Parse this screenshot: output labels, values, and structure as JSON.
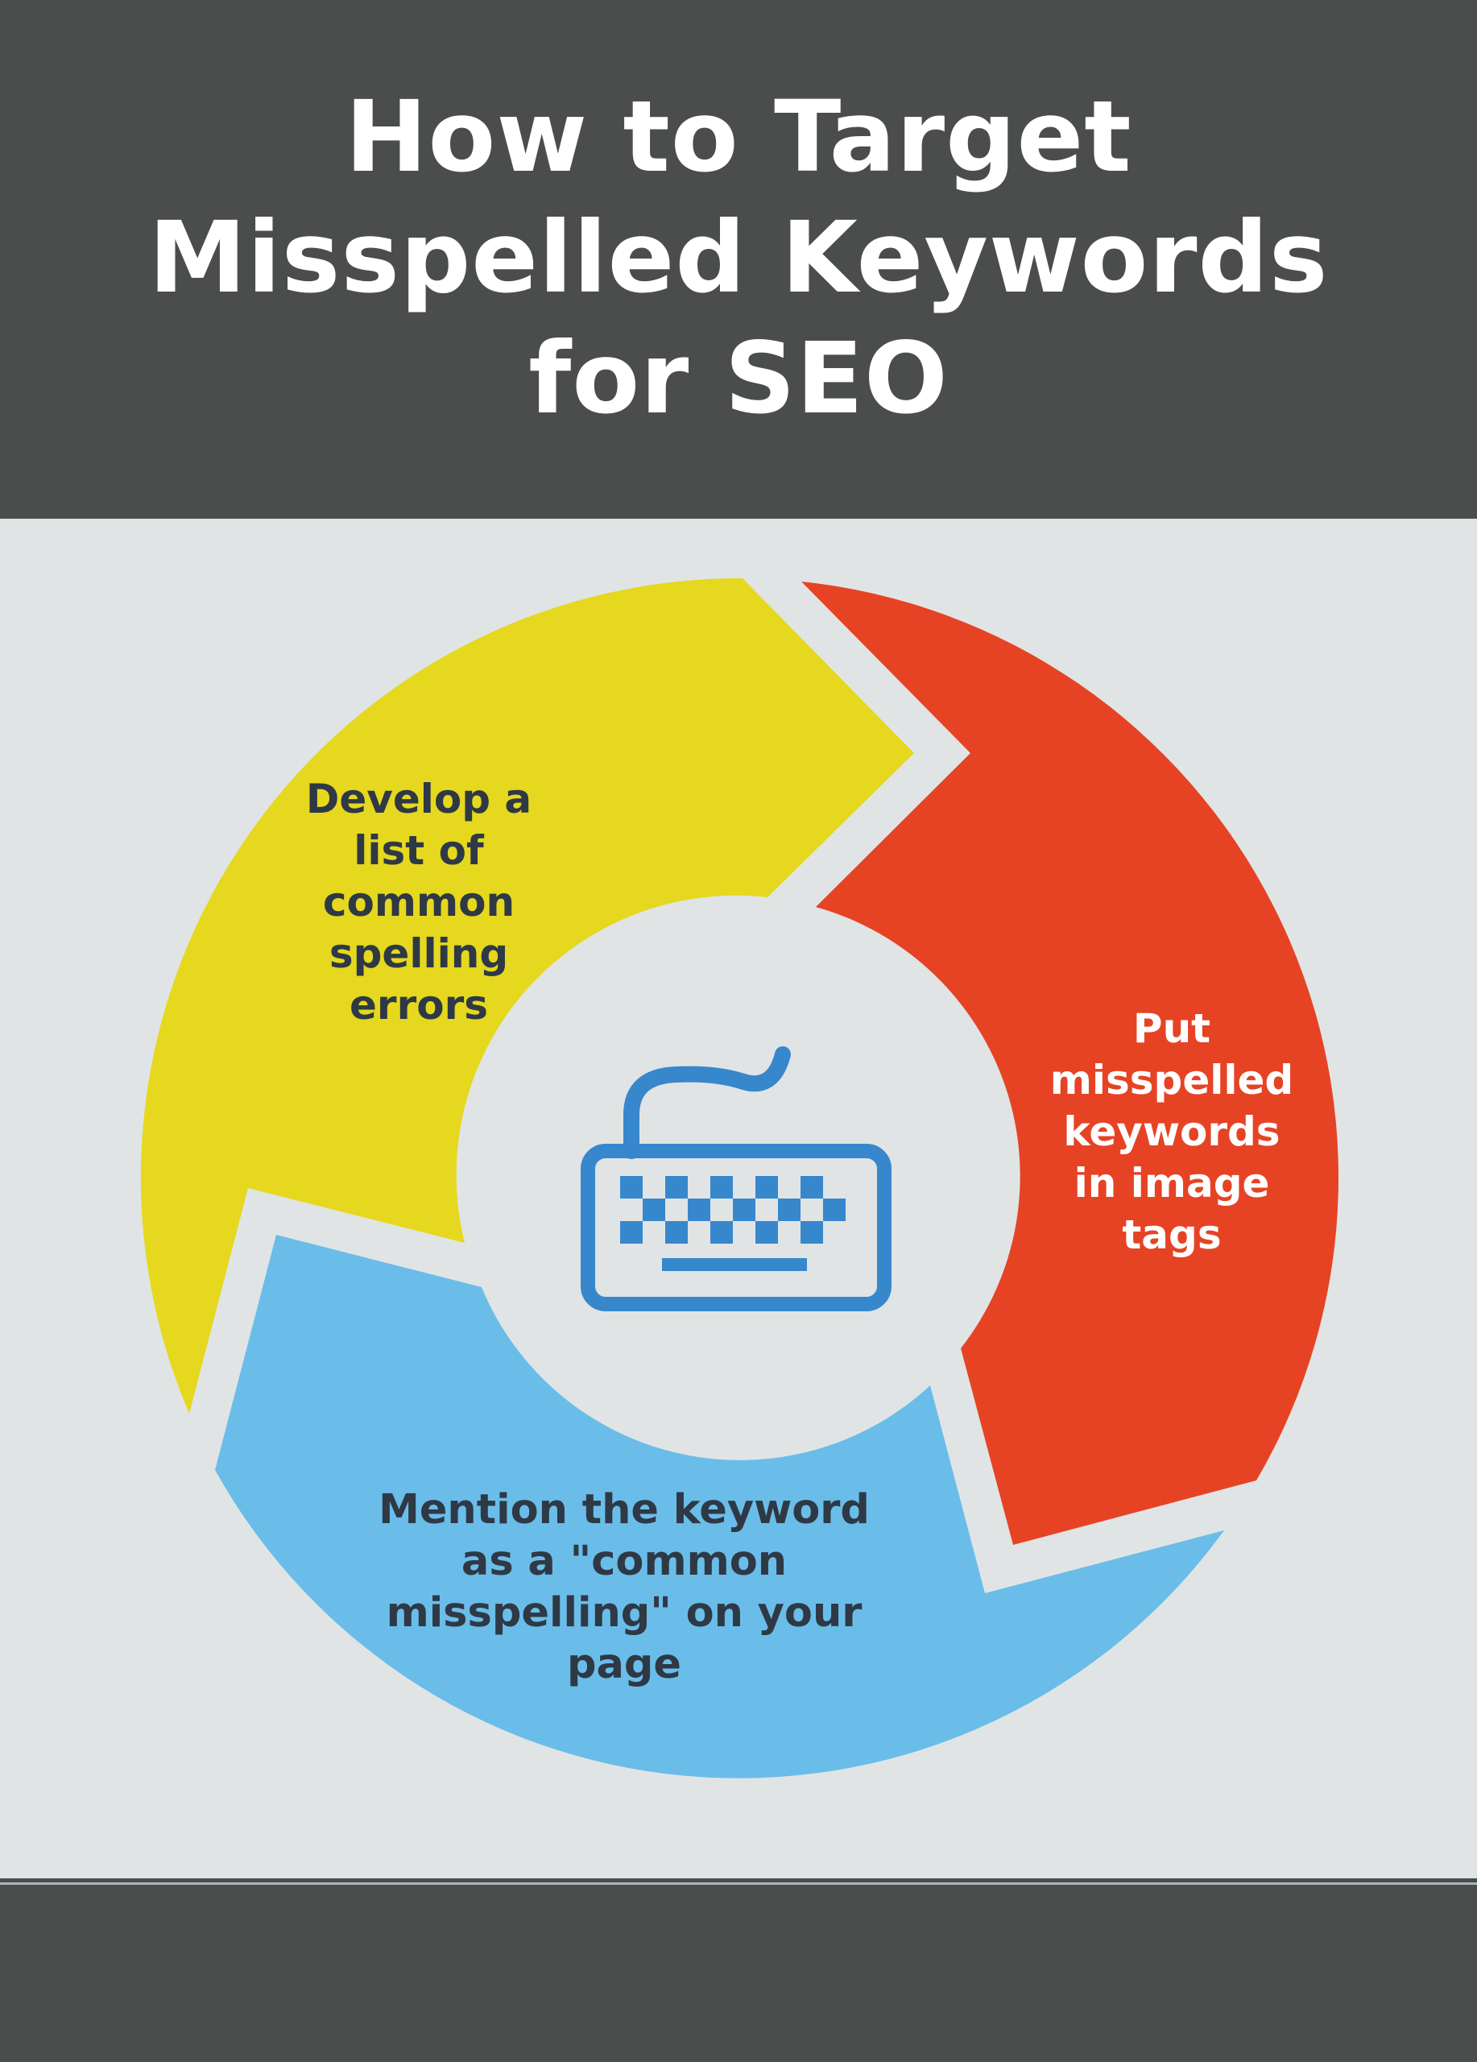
{
  "title": {
    "line1": "How to Target",
    "line2": "Misspelled Keywords",
    "line3": "for SEO"
  },
  "steps": [
    {
      "lines": [
        "Develop a",
        "list of",
        "common",
        "spelling",
        "errors"
      ],
      "segment_color": "#e5d81e",
      "text_color": "#2e3945"
    },
    {
      "lines": [
        "Put",
        "misspelled",
        "keywords",
        "in image",
        "tags"
      ],
      "segment_color": "#e64325",
      "text_color": "#ffffff"
    },
    {
      "lines": [
        "Mention the keyword",
        "as a \"common",
        "misspelling\" on your",
        "page"
      ],
      "segment_color": "#6abde9",
      "text_color": "#2e3945"
    }
  ],
  "center_icon": {
    "name": "keyboard-icon",
    "color": "#3787cc"
  },
  "colors": {
    "header_bg": "#4b4c4c",
    "body_bg": "#e1e4e5",
    "title_text": "#ffffff"
  }
}
